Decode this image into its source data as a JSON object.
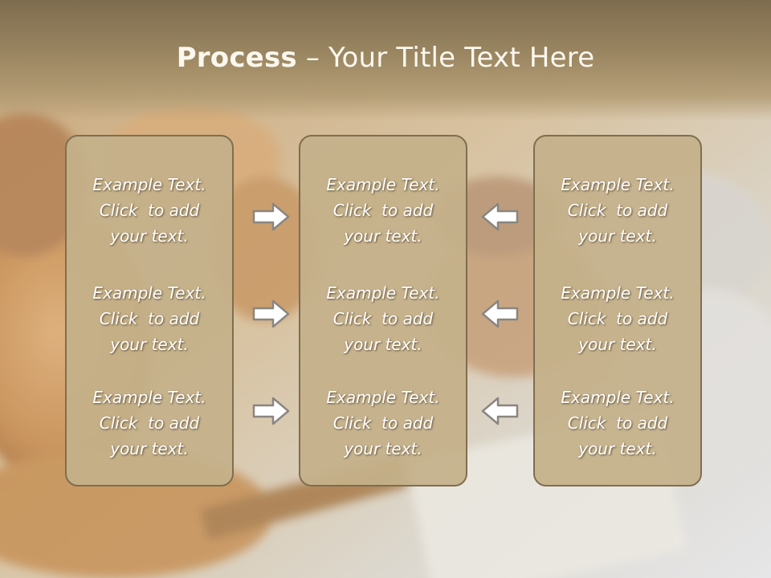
{
  "title": {
    "bold": "Process",
    "rest": " – Your Title Text Here"
  },
  "columns": [
    {
      "items": [
        {
          "l1": "Example Text.",
          "l2": "Click  to add",
          "l3": "your text."
        },
        {
          "l1": "Example Text.",
          "l2": "Click  to add",
          "l3": "your text."
        },
        {
          "l1": "Example Text.",
          "l2": "Click  to add",
          "l3": "your text."
        }
      ]
    },
    {
      "items": [
        {
          "l1": "Example Text.",
          "l2": "Click  to add",
          "l3": "your text."
        },
        {
          "l1": "Example Text.",
          "l2": "Click  to add",
          "l3": "your text."
        },
        {
          "l1": "Example Text.",
          "l2": "Click  to add",
          "l3": "your text."
        }
      ]
    },
    {
      "items": [
        {
          "l1": "Example Text.",
          "l2": "Click  to add",
          "l3": "your text."
        },
        {
          "l1": "Example Text.",
          "l2": "Click  to add",
          "l3": "your text."
        },
        {
          "l1": "Example Text.",
          "l2": "Click  to add",
          "l3": "your text."
        }
      ]
    }
  ],
  "arrows": {
    "left_column": [
      "arrow-right-icon",
      "arrow-right-icon",
      "arrow-right-icon"
    ],
    "right_column": [
      "arrow-left-icon",
      "arrow-left-icon",
      "arrow-left-icon"
    ]
  },
  "colors": {
    "title_band": "#8a7856",
    "box_fill": "#c4b08a",
    "box_border": "#7f6e4f",
    "text": "#ffffff"
  }
}
